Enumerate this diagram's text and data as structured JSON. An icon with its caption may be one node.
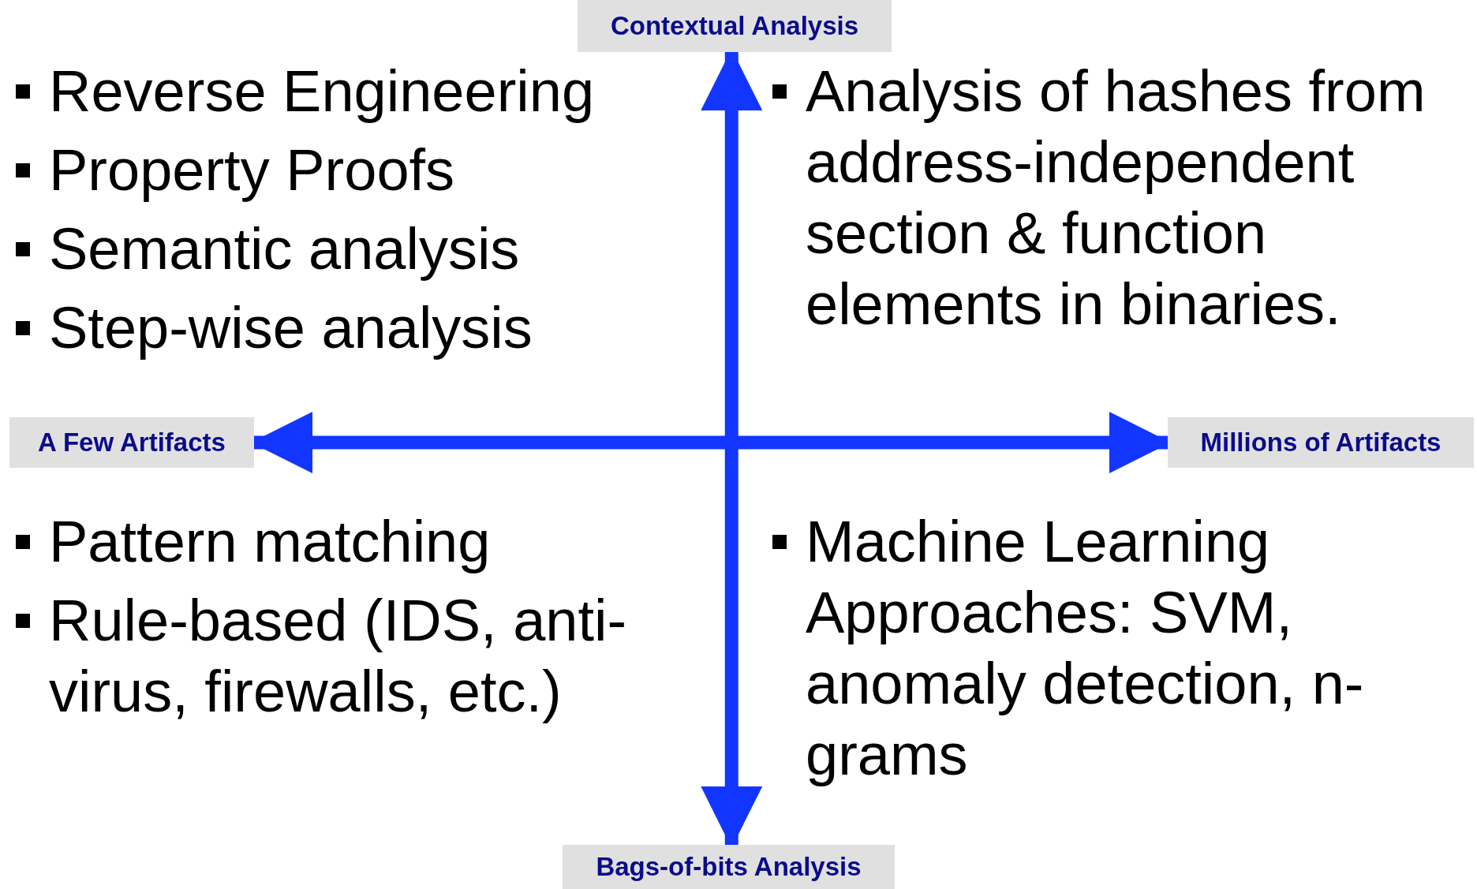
{
  "diagram": {
    "nodes": [
      {
        "text": [
          "Contextual Analysis"
        ]
      },
      {
        "text": [
          "A Few Artifacts"
        ]
      },
      {
        "text": [
          "Millions of Artifacts"
        ]
      },
      {
        "text": [
          "Bags-of-bits Analysis"
        ]
      }
    ],
    "edges": [
      {
        "from": 0,
        "to": 3,
        "arrow": "both"
      },
      {
        "from": 1,
        "to": 2,
        "arrow": "both"
      }
    ],
    "labels": [
      "Reverse Engineering",
      "Property Proofs",
      "Semantic analysis",
      "Step-wise analysis",
      "Analysis of hashes from address-independent section & function elements in binaries.",
      "Pattern matching",
      "Rule-based (IDS, anti-virus, firewalls, etc.)",
      "Machine Learning Approaches: SVM, anomaly detection, n-grams"
    ]
  }
}
